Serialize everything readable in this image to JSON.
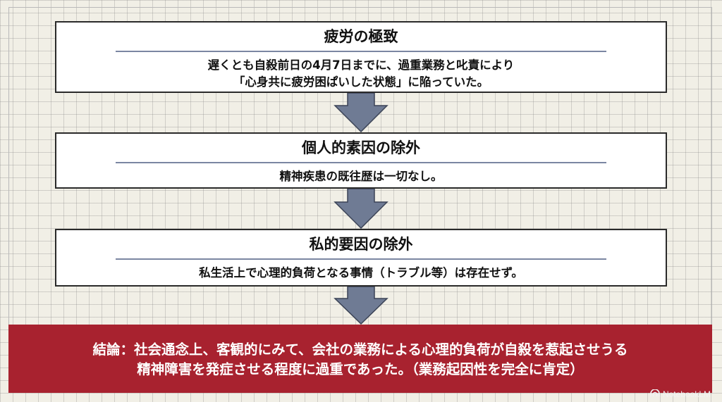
{
  "steps": [
    {
      "title": "疲労の極致",
      "lines": [
        "遅くとも自殺前日の4月7日までに、過重業務と叱責により",
        "「心身共に疲労困ぱいした状態」に陥っていた。"
      ]
    },
    {
      "title": "個人的素因の除外",
      "lines": [
        "精神疾患の既往歴は一切なし。"
      ]
    },
    {
      "title": "私的要因の除外",
      "lines": [
        "私生活上で心理的負荷となる事情（トラブル等）は存在せず。"
      ]
    }
  ],
  "conclusion": {
    "lines": [
      "結論：社会通念上、客観的にみて、会社の業務による心理的負荷が自殺を惹起させうる",
      "精神障害を発症させる程度に過重であった。（業務起因性を完全に肯定）"
    ]
  },
  "brand": {
    "label": "NotebookLM",
    "icon": "notebooklm-logo-icon"
  },
  "colors": {
    "arrow": "#6f7b94",
    "rule": "#7b86a2",
    "conclusion_bg": "#a8222f",
    "box_border": "#2a2a2a"
  }
}
